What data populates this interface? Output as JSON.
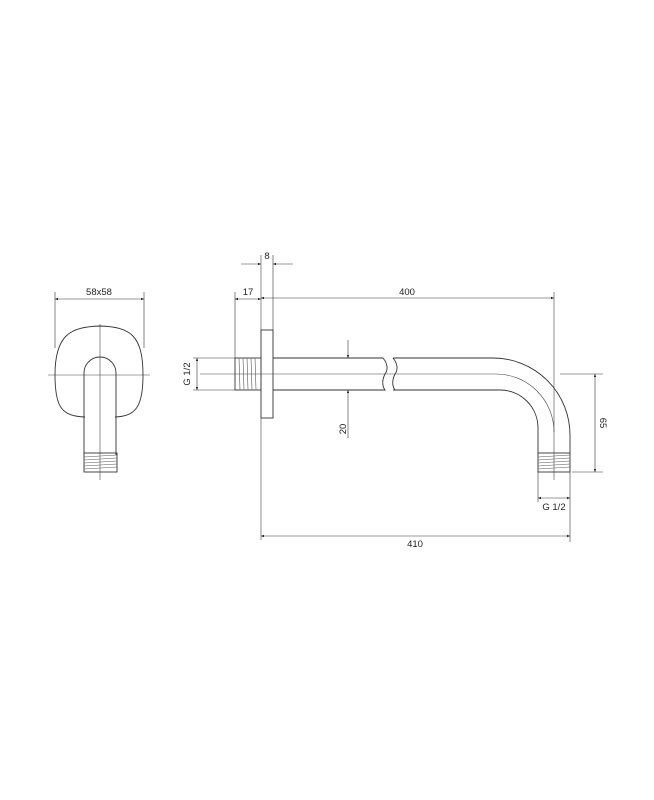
{
  "drawing": {
    "front_view": {
      "width_label": "58x58"
    },
    "side_view": {
      "flange_thickness_label": "8",
      "thread_length_label": "17",
      "arm_length_label": "400",
      "inlet_thread_label": "G 1/2",
      "pipe_diameter_label": "20",
      "drop_height_label": "65",
      "outlet_thread_label": "G 1/2",
      "total_length_label": "410"
    }
  }
}
